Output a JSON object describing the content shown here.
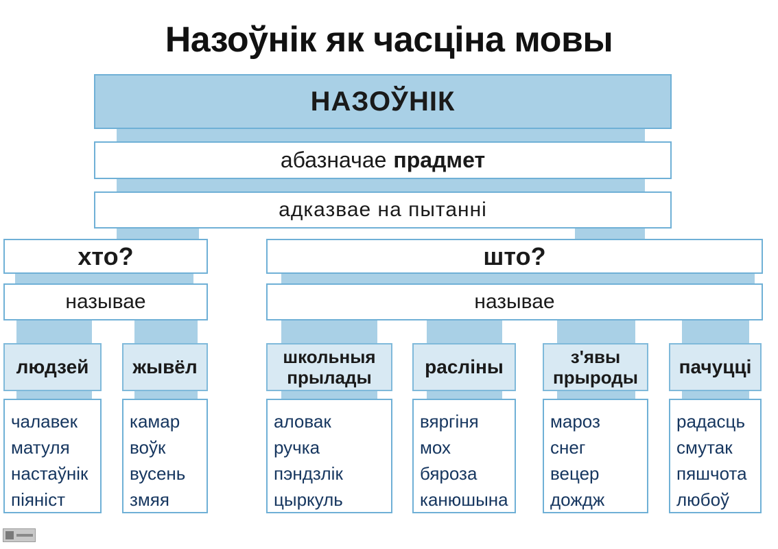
{
  "title": "Назоўнік як часціна мовы",
  "header": "НАЗОЎНІК",
  "definition": {
    "prefix": "абазначае",
    "bold": "прадмет"
  },
  "question_line": "адказвае на пытанні",
  "branches": [
    {
      "question": "хто?",
      "verb": "называе",
      "categories": [
        {
          "label": "людзей",
          "words": [
            "чалавек",
            "матуля",
            "настаўнік",
            "піяніст"
          ]
        },
        {
          "label": "жывёл",
          "words": [
            "камар",
            "воўк",
            "вусень",
            "змяя"
          ]
        }
      ]
    },
    {
      "question": "што?",
      "verb": "называе",
      "categories": [
        {
          "label": "школьныя прылады",
          "words": [
            "аловак",
            "ручка",
            "пэндзлік",
            "цыркуль"
          ]
        },
        {
          "label": "расліны",
          "words": [
            "вяргіня",
            "мох",
            "бяроза",
            "канюшына"
          ]
        },
        {
          "label": "з'явы прыроды",
          "words": [
            "мароз",
            "снег",
            "вецер",
            "дождж"
          ]
        },
        {
          "label": "пачуцці",
          "words": [
            "радасць",
            "смутак",
            "пяшчота",
            "любоў"
          ]
        }
      ]
    }
  ]
}
